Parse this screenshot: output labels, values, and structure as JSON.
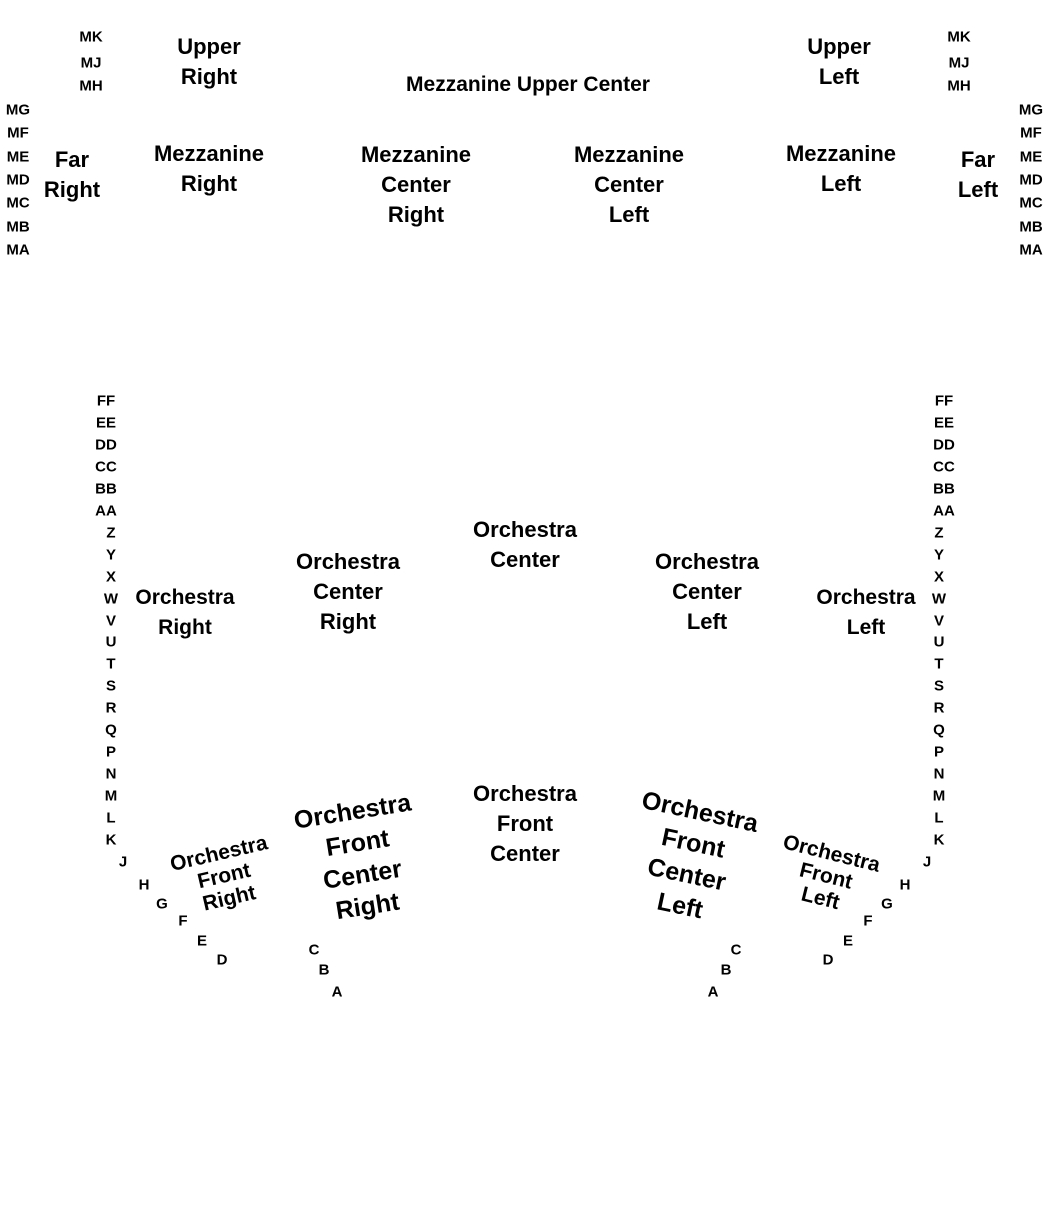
{
  "mezzanine": {
    "upper_right": "Upper\nRight",
    "upper_center": "Mezzanine Upper Center",
    "upper_left": "Upper\nLeft",
    "far_right": "Far\nRight",
    "right": "Mezzanine\nRight",
    "center_right": "Mezzanine\nCenter\nRight",
    "center_left": "Mezzanine\nCenter\nLeft",
    "left": "Mezzanine\nLeft",
    "far_left": "Far\nLeft",
    "rows_upper": [
      "MK",
      "MJ",
      "MH"
    ],
    "rows_lower": [
      "MG",
      "MF",
      "ME",
      "MD",
      "MC",
      "MB",
      "MA"
    ]
  },
  "orchestra": {
    "center": "Orchestra\nCenter",
    "center_right": "Orchestra\nCenter\nRight",
    "center_left": "Orchestra\nCenter\nLeft",
    "right": "Orchestra\nRight",
    "left": "Orchestra\nLeft",
    "front_center": "Orchestra\nFront\nCenter",
    "front_center_right": "Orchestra\nFront\nCenter\nRight",
    "front_center_left": "Orchestra\nFront\nCenter\nLeft",
    "front_right": "Orchestra\nFront\nRight",
    "front_left": "Orchestra\nFront\nLeft",
    "side_rows": [
      "FF",
      "EE",
      "DD",
      "CC",
      "BB",
      "AA",
      "Z",
      "Y",
      "X",
      "W",
      "V",
      "U",
      "T",
      "S",
      "R",
      "Q",
      "P",
      "N",
      "M",
      "L",
      "K"
    ],
    "right_front_rows": [
      "J",
      "H",
      "G",
      "F",
      "E",
      "D"
    ],
    "left_front_rows": [
      "J",
      "H",
      "G",
      "F",
      "E",
      "D"
    ],
    "center_right_front_rows": [
      "C",
      "B",
      "A"
    ],
    "center_left_front_rows": [
      "C",
      "B",
      "A"
    ]
  }
}
